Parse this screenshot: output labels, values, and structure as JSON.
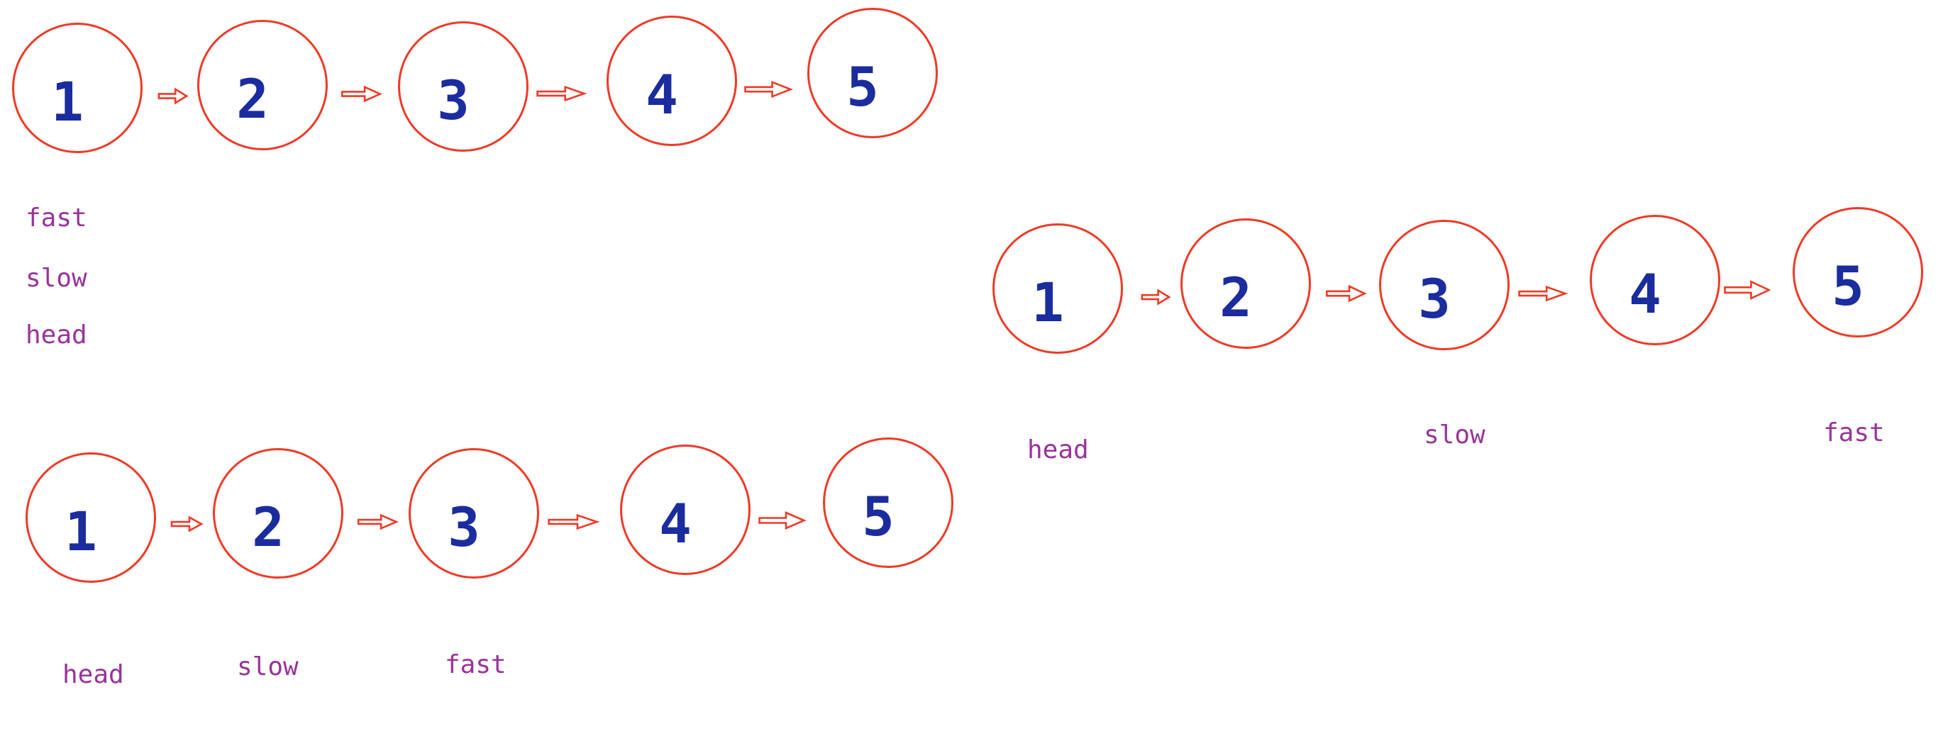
{
  "figure": {
    "description": "Linked list fast and slow pointer walkthrough, three steps",
    "colors": {
      "node_outline": "#ee3a27",
      "node_value": "#1b2c9e",
      "pointer_label": "#993399",
      "background": "#ffffff"
    },
    "icons": {
      "arrow": "right-block-arrow-icon"
    }
  },
  "diagrams": [
    {
      "name": "step-start-top-left",
      "nodes": [
        "1",
        "2",
        "3",
        "4",
        "5"
      ],
      "pointers": [
        "fast",
        "slow",
        "head"
      ]
    },
    {
      "name": "step-one-bottom-left",
      "nodes": [
        "1",
        "2",
        "3",
        "4",
        "5"
      ],
      "pointers": [
        "head",
        "slow",
        "fast"
      ]
    },
    {
      "name": "step-final-right",
      "nodes": [
        "1",
        "2",
        "3",
        "4",
        "5"
      ],
      "pointers": [
        "head",
        "slow",
        "fast"
      ]
    }
  ]
}
